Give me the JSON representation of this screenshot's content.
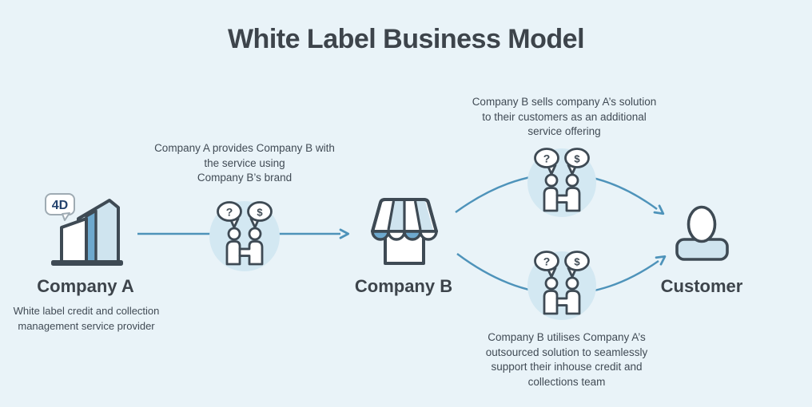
{
  "title": "White Label Business Model",
  "nodes": {
    "company_a": {
      "label": "Company A",
      "badge": "4D",
      "description_lines": [
        "White label credit and collection",
        "management service provider"
      ]
    },
    "company_b": {
      "label": "Company B"
    },
    "customer": {
      "label": "Customer"
    }
  },
  "annotations": {
    "a_to_b": {
      "lines": [
        "Company A provides Company B with",
        "the service using",
        "Company B’s brand"
      ]
    },
    "b_to_customer_top": {
      "lines": [
        "Company B sells company A’s solution",
        "to their customers as an additional",
        "service offering"
      ]
    },
    "b_to_customer_bottom": {
      "lines": [
        "Company B utilises Company A’s",
        "outsourced solution to seamlessly",
        "support their inhouse credit and",
        "collections team"
      ]
    }
  },
  "handshake": {
    "question_glyph": "?",
    "dollar_glyph": "$"
  },
  "icons": {
    "company_a": "office-buildings-icon",
    "company_b": "storefront-icon",
    "customer": "person-icon",
    "exchange": "handshake-negotiation-icon"
  },
  "colors": {
    "background": "#e9f3f8",
    "connector": "#4e93ba",
    "circle_fill": "#d3e8f2",
    "icon_light_blue": "#cfe4ef",
    "icon_medium_blue": "#6ea9ce",
    "outline": "#3e4a54",
    "heading_text": "#3d444b",
    "body_text": "#414b55",
    "badge_text": "#24436e"
  }
}
